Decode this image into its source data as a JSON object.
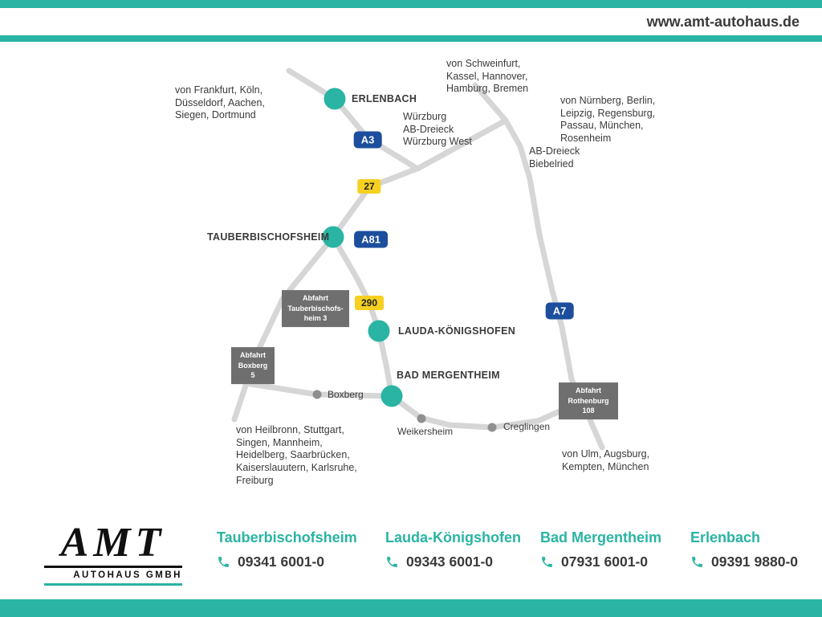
{
  "header": {
    "url": "www.amt-autohaus.de"
  },
  "map": {
    "direction_labels": {
      "frankfurt": "von Frankfurt, Köln,\nDüsseldorf, Aachen,\nSiegen, Dortmund",
      "schweinfurt": "von Schweinfurt,\nKassel, Hannover,\nHamburg, Bremen",
      "nuernberg": "von Nürnberg, Berlin,\nLeipzig, Regensburg,\nPassau, München,\nRosenheim",
      "wuerzburg": "Würzburg\nAB-Dreieck\nWürzburg West",
      "biebelried": "AB-Dreieck\nBiebelried",
      "heilbronn": "von Heilbronn, Stuttgart,\nSingen, Mannheim,\nHeidelberg, Saarbrücken,\nKaiserslauutern, Karlsruhe,\nFreiburg",
      "ulm": "von Ulm, Augsburg,\nKempten, München"
    },
    "locations": {
      "erlenbach": "ERLENBACH",
      "tauberbischofsheim": "TAUBERBISCHOFSHEIM",
      "lauda": "LAUDA-KÖNIGSHOFEN",
      "bad_mergentheim": "BAD MERGENTHEIM"
    },
    "towns": {
      "boxberg": "Boxberg",
      "weikersheim": "Weikersheim",
      "creglingen": "Creglingen"
    },
    "highway_badges": {
      "a3": "A3",
      "a81": "A81",
      "a7": "A7"
    },
    "route_badges": {
      "b27": "27",
      "b290": "290"
    },
    "exits": {
      "tauberbischofsheim": "Abfahrt\nTauberbischofs-\nheim 3",
      "boxberg": "Abfahrt\nBoxberg\n5",
      "rothenburg": "Abfahrt\nRothenburg\n108"
    }
  },
  "footer": {
    "logo": {
      "name": "AMT",
      "subtitle": "AUTOHAUS GMBH"
    },
    "contacts": [
      {
        "city": "Tauberbischofsheim",
        "phone": "09341 6001-0"
      },
      {
        "city": "Lauda-Königshofen",
        "phone": "09343 6001-0"
      },
      {
        "city": "Bad Mergentheim",
        "phone": "07931 6001-0"
      },
      {
        "city": "Erlenbach",
        "phone": "09391 9880-0"
      }
    ]
  },
  "colors": {
    "teal": "#29b4a3",
    "highway_blue": "#1c4e9d",
    "route_yellow": "#f5d021",
    "exit_gray": "#6f6f6f",
    "road_gray": "#d6d6d6",
    "text_dark": "#3a3a3a"
  }
}
